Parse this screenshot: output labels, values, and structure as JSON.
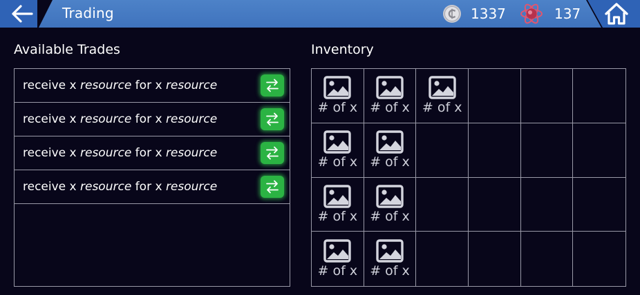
{
  "header": {
    "title": "Trading",
    "coins": "1337",
    "atoms": "137"
  },
  "trades": {
    "title": "Available Trades",
    "rows": [
      {
        "receive": "receive x ",
        "res1": "resource",
        "for": " for x ",
        "res2": "resource"
      },
      {
        "receive": "receive x ",
        "res1": "resource",
        "for": " for x ",
        "res2": "resource"
      },
      {
        "receive": "receive x ",
        "res1": "resource",
        "for": " for x ",
        "res2": "resource"
      },
      {
        "receive": "receive x ",
        "res1": "resource",
        "for": " for x ",
        "res2": "resource"
      }
    ]
  },
  "inventory": {
    "title": "Inventory",
    "item_label": "# of x",
    "rows": [
      [
        true,
        true,
        true,
        false,
        false,
        false
      ],
      [
        true,
        true,
        false,
        false,
        false,
        false
      ],
      [
        true,
        true,
        false,
        false,
        false,
        false
      ],
      [
        true,
        true,
        false,
        false,
        false,
        false
      ]
    ]
  },
  "colors": {
    "background": "#08061a",
    "header": "#3f73bd",
    "trade_button": "#2bb343"
  },
  "icons": {
    "back": "arrow-left-icon",
    "coin": "coin-icon",
    "atom": "atom-icon",
    "home": "home-icon",
    "trade": "swap-arrows-icon",
    "item": "image-placeholder-icon"
  }
}
